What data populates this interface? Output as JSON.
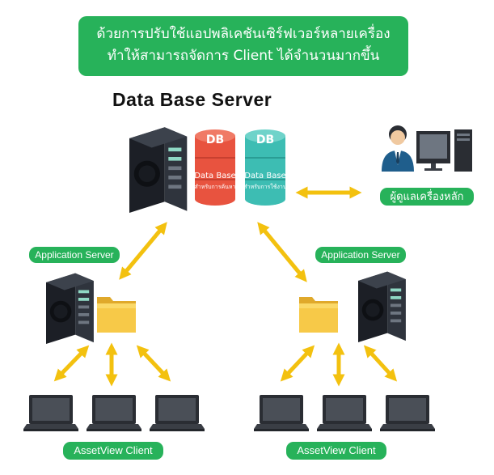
{
  "banner": {
    "line1": "ด้วยการปรับใช้แอปพลิเคชันเซิร์ฟเวอร์หลายเครื่อง",
    "line2": "ทำให้สามารถจัดการ Client ได้จำนวนมากขึ้น"
  },
  "title": "Data Base Server",
  "databases": [
    {
      "badge": "DB",
      "line1": "Data Base",
      "line2": "สำหรับการค้นหา",
      "color": "#e8533f"
    },
    {
      "badge": "DB",
      "line1": "Data Base",
      "line2": "สำหรับการใช้งาน",
      "color": "#3dbdb3"
    }
  ],
  "admin_label": "ผู้ดูแลเครื่องหลัก",
  "app_server_label": "Application Server",
  "client_label": "AssetView Client",
  "colors": {
    "accent_green": "#27b25a",
    "arrow": "#f3c10f",
    "folder": "#f7c948"
  }
}
